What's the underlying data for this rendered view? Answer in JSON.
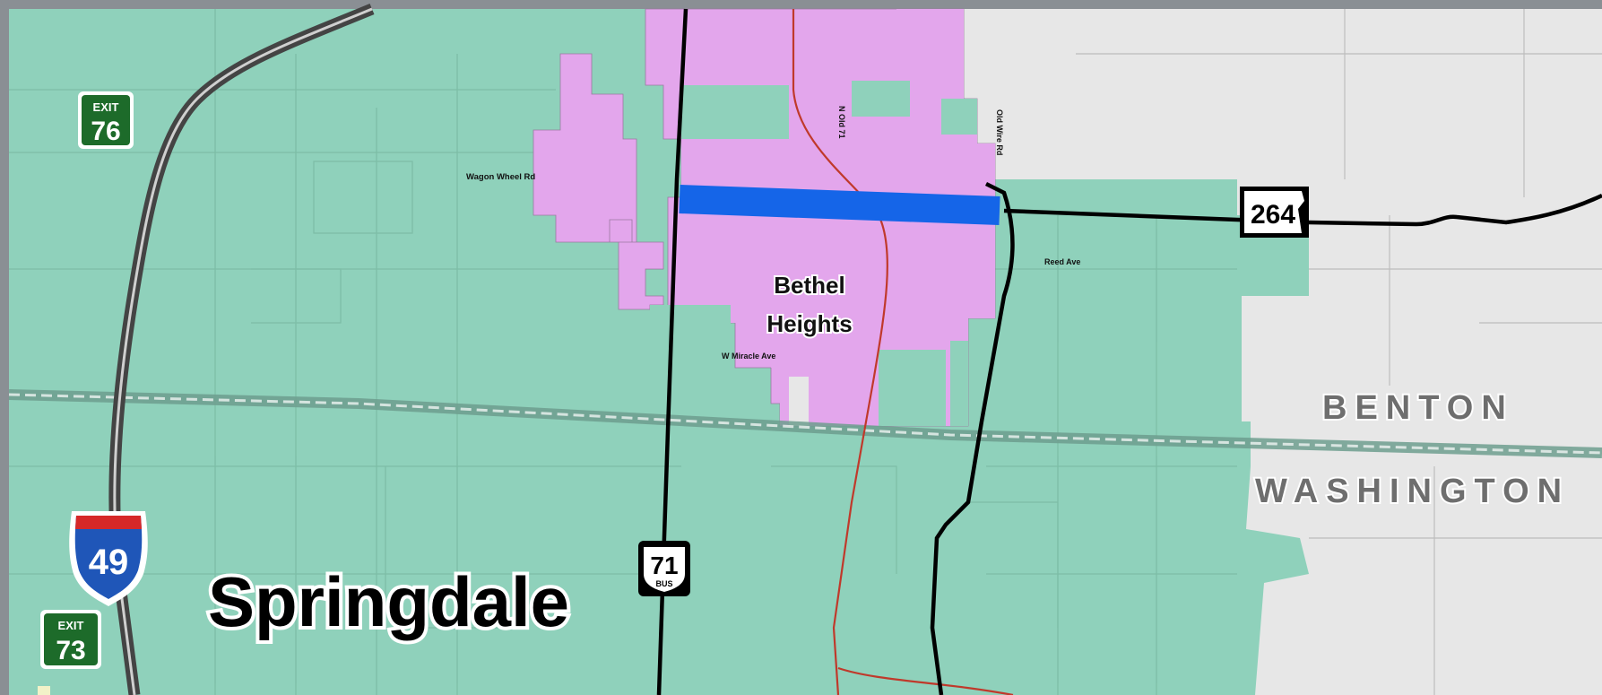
{
  "map": {
    "colors": {
      "springdale_area": "#8fd1bb",
      "bethel_heights_area": "#e3a6ec",
      "county_outside": "#e7e7e7",
      "highlight_segment": "#1565e8",
      "railroad": "#c0392b",
      "interstate_red": "#d62828",
      "interstate_blue": "#1f56b8",
      "exit_green": "#1d6b2a"
    },
    "places": {
      "springdale": "Springdale",
      "bethel_heights_line1": "Bethel",
      "bethel_heights_line2": "Heights"
    },
    "counties": {
      "north": "BENTON",
      "south": "WASHINGTON"
    },
    "streets": {
      "wagon_wheel": "Wagon Wheel Rd",
      "reed": "Reed Ave",
      "w_miracle": "W Miracle Ave",
      "n_old_71": "N Old 71",
      "old_wire": "Old Wire Rd"
    },
    "shields": {
      "interstate": "49",
      "us_bus": "71",
      "us_bus_sub": "BUS",
      "state": "264"
    },
    "exits": [
      {
        "word": "EXIT",
        "number": "76"
      },
      {
        "word": "EXIT",
        "number": "73"
      }
    ]
  }
}
